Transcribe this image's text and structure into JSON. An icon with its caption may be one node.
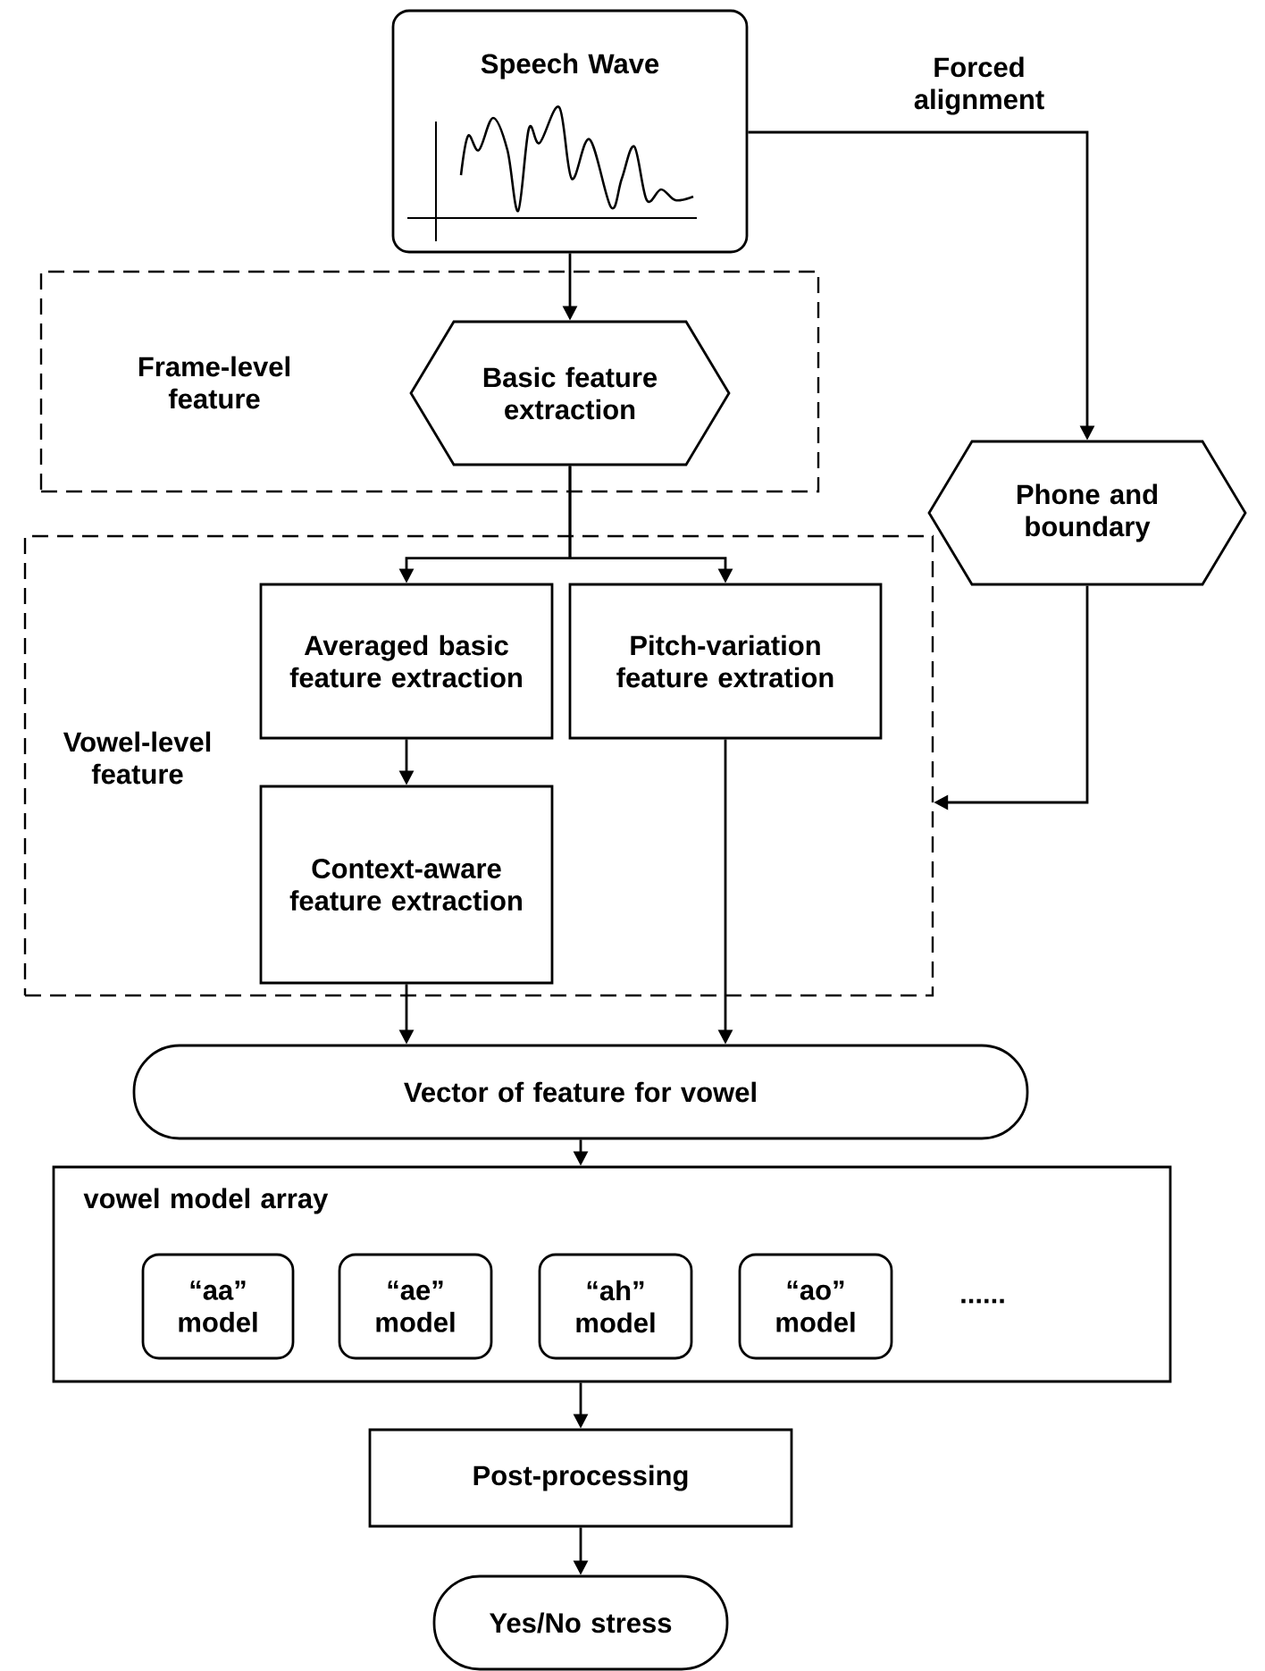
{
  "diagram": {
    "nodes": [
      {
        "text": [
          "Speech Wave"
        ]
      },
      {
        "text": [
          "Frame-level feature"
        ]
      },
      {
        "text": [
          "Basic feature extraction"
        ],
        "in": 1
      },
      {
        "text": [
          "Phone and boundary"
        ]
      },
      {
        "text": [
          "Vowel-level feature"
        ]
      },
      {
        "text": [
          "Averaged basic feature extraction"
        ],
        "in": 4
      },
      {
        "text": [
          "Pitch-variation feature extration"
        ],
        "in": 4
      },
      {
        "text": [
          "Context-aware feature extraction"
        ],
        "in": 4
      },
      {
        "text": [
          "Vector of feature for vowel"
        ]
      },
      {
        "text": [
          "vowel model array"
        ]
      },
      {
        "text": [
          "“aa” model"
        ],
        "in": 9
      },
      {
        "text": [
          "“ae” model"
        ],
        "in": 9
      },
      {
        "text": [
          "“ah” model"
        ],
        "in": 9
      },
      {
        "text": [
          "“ao” model"
        ],
        "in": 9
      },
      {
        "text": [
          "Post-processing"
        ]
      },
      {
        "text": [
          "Yes/No stress"
        ]
      }
    ],
    "edges": [
      {
        "from": 0,
        "to": 2,
        "arrow": "to"
      },
      {
        "from": 0,
        "to": 3,
        "arrow": "to",
        "label": "Forced alignment"
      },
      {
        "from": 2,
        "to": 5,
        "arrow": "to"
      },
      {
        "from": 2,
        "to": 6,
        "arrow": "to"
      },
      {
        "from": 5,
        "to": 7,
        "arrow": "to"
      },
      {
        "from": 3,
        "to": 4,
        "arrow": "to"
      },
      {
        "from": 7,
        "to": 8,
        "arrow": "to"
      },
      {
        "from": 6,
        "to": 8,
        "arrow": "to"
      },
      {
        "from": 8,
        "to": 9,
        "arrow": "to"
      },
      {
        "from": 9,
        "to": 14,
        "arrow": "to"
      },
      {
        "from": 14,
        "to": 15,
        "arrow": "to"
      }
    ],
    "labels": [
      "......"
    ]
  }
}
